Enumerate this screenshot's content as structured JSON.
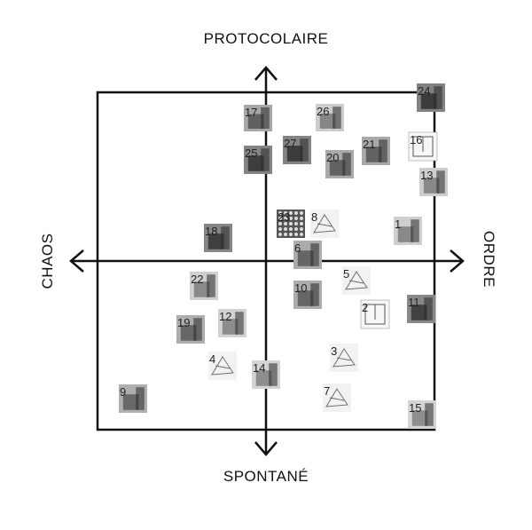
{
  "axes": {
    "top": "PROTOCOLAIRE",
    "bottom": "SPONTANÉ",
    "left": "CHAOS",
    "right": "ORDRE"
  },
  "items": [
    {
      "num": "24",
      "kind": "photo"
    },
    {
      "num": "17",
      "kind": "photo"
    },
    {
      "num": "26",
      "kind": "photo"
    },
    {
      "num": "27",
      "kind": "photo"
    },
    {
      "num": "21",
      "kind": "photo"
    },
    {
      "num": "16",
      "kind": "plan"
    },
    {
      "num": "25",
      "kind": "photo"
    },
    {
      "num": "20",
      "kind": "photo"
    },
    {
      "num": "13",
      "kind": "photo"
    },
    {
      "num": "23",
      "kind": "pattern"
    },
    {
      "num": "8",
      "kind": "sketch"
    },
    {
      "num": "1",
      "kind": "photo"
    },
    {
      "num": "18",
      "kind": "photo"
    },
    {
      "num": "6",
      "kind": "photo"
    },
    {
      "num": "22",
      "kind": "photo"
    },
    {
      "num": "5",
      "kind": "sketch"
    },
    {
      "num": "10",
      "kind": "photo"
    },
    {
      "num": "2",
      "kind": "plan"
    },
    {
      "num": "11",
      "kind": "photo"
    },
    {
      "num": "19",
      "kind": "photo"
    },
    {
      "num": "12",
      "kind": "photo"
    },
    {
      "num": "3",
      "kind": "sketch"
    },
    {
      "num": "4",
      "kind": "sketch"
    },
    {
      "num": "14",
      "kind": "photo"
    },
    {
      "num": "7",
      "kind": "sketch"
    },
    {
      "num": "9",
      "kind": "photo"
    },
    {
      "num": "15",
      "kind": "photo"
    }
  ]
}
